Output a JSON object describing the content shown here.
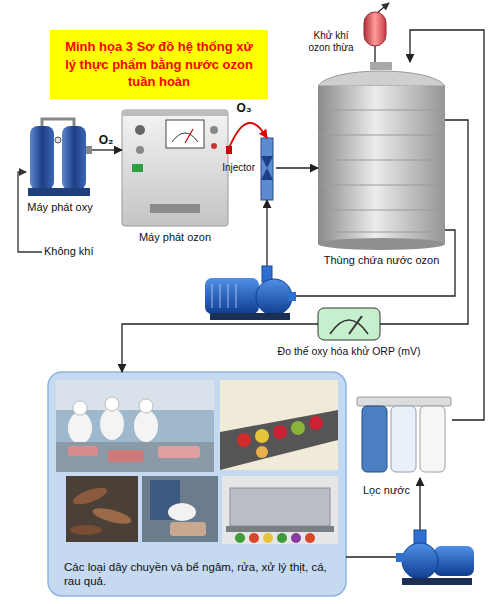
{
  "diagram": {
    "title": "Minh họa 3 Sơ đồ hệ thống xử lý thực phẩm bằng nước ozon tuần hoàn",
    "nodes": [
      {
        "text": [
          "Máy phát oxy"
        ]
      },
      {
        "text": [
          "Máy phát ozon"
        ]
      },
      {
        "text": [
          "Injector"
        ]
      },
      {
        "text": [
          "Thùng chứa nước ozon"
        ]
      },
      {
        "text": [
          "Khử khí ozon thừa"
        ]
      },
      {
        "text": [
          "Đo thế oxy hóa khử ORP (mV)"
        ]
      },
      {
        "text": [
          "Các loại dây chuyền và bể ngâm, rửa, xử lý thịt, cá, rau quả."
        ]
      },
      {
        "text": [
          "Lọc nước"
        ]
      }
    ],
    "edges": [
      {
        "from": 0,
        "to": 1,
        "label": "O₂",
        "arrow": "to"
      },
      {
        "from": 1,
        "to": 2,
        "label": "O₃",
        "arrow": "to"
      },
      {
        "from": 2,
        "to": 3,
        "arrow": "to"
      },
      {
        "from": 3,
        "to": 2,
        "arrow": "to"
      },
      {
        "from": 3,
        "to": 4,
        "arrow": "none"
      },
      {
        "from": 3,
        "to": 5,
        "arrow": "none"
      },
      {
        "from": 5,
        "to": 6,
        "arrow": "to"
      },
      {
        "from": 6,
        "to": 7,
        "arrow": "to"
      },
      {
        "from": 7,
        "to": 3,
        "arrow": "to"
      }
    ],
    "labels": [
      "Không khí"
    ]
  }
}
